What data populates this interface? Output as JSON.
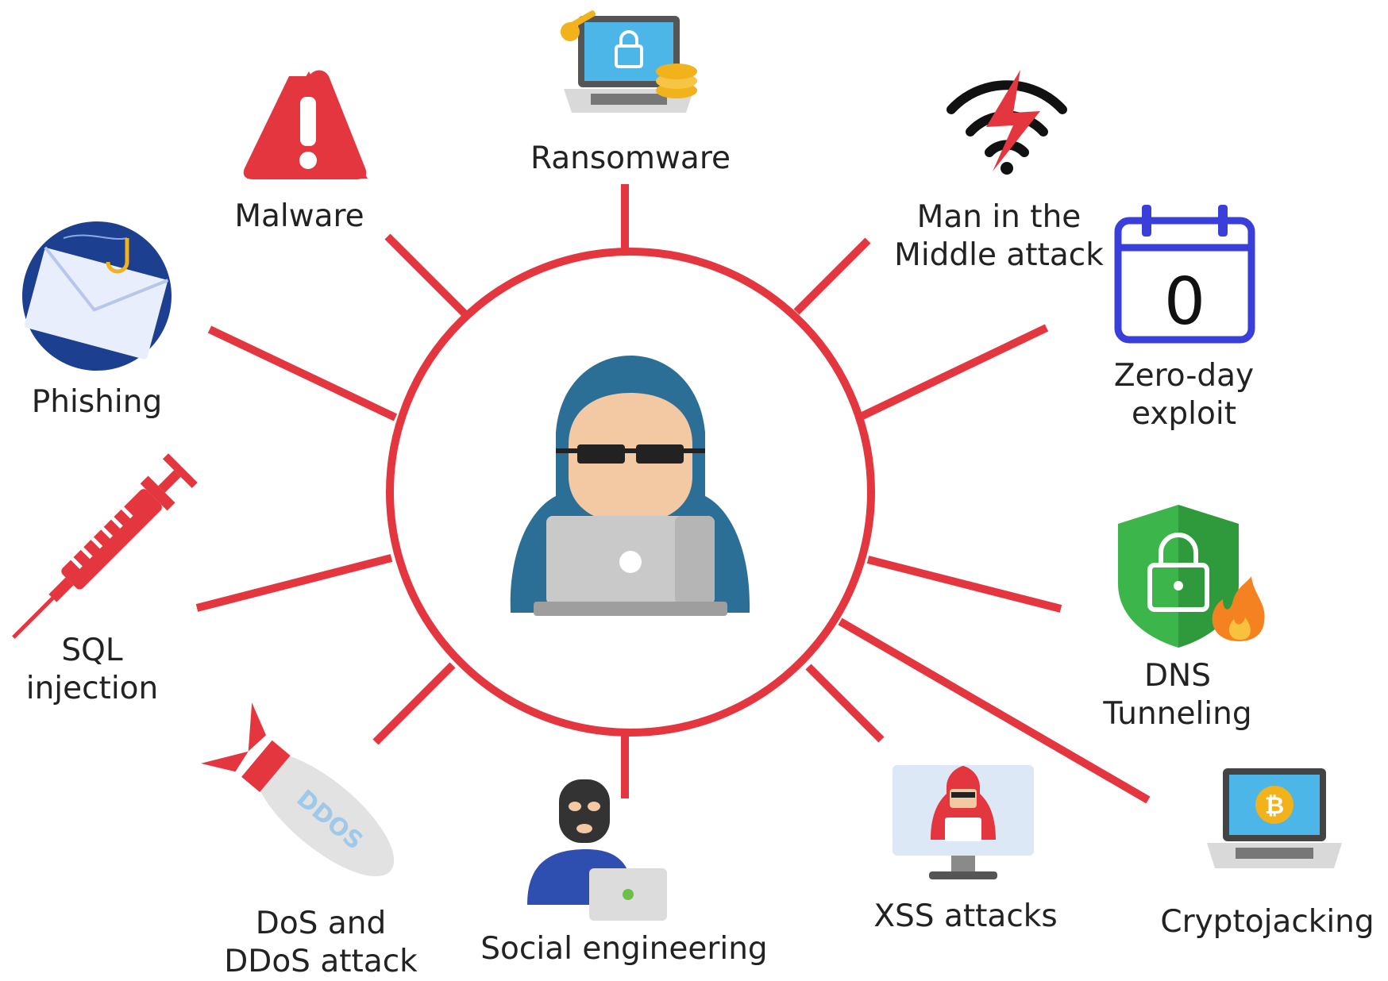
{
  "colors": {
    "accent_red": "#e3363f",
    "hood_blue": "#2b6f96",
    "skin": "#f2c9a3",
    "laptop_gray": "#c9c9c9",
    "calendar_blue": "#3a3fd9",
    "shield_green": "#3cb54a",
    "screen_blue": "#4db6e8"
  },
  "center": {
    "icon": "hacker-with-laptop-icon"
  },
  "threats": [
    {
      "key": "ransomware",
      "label": "Ransomware",
      "icon": "locked-laptop-with-coins-icon"
    },
    {
      "key": "mitm",
      "label_lines": [
        "Man in the",
        "Middle attack"
      ],
      "icon": "broken-wifi-icon"
    },
    {
      "key": "zero-day",
      "label_lines": [
        "Zero-day",
        "exploit"
      ],
      "icon": "calendar-zero-icon",
      "calendar_digit": "0"
    },
    {
      "key": "dns",
      "label_lines": [
        "DNS",
        "Tunneling"
      ],
      "icon": "shield-lock-fire-icon"
    },
    {
      "key": "crypto",
      "label": "Cryptojacking",
      "icon": "bitcoin-laptop-icon"
    },
    {
      "key": "xss",
      "label": "XSS attacks",
      "icon": "hacker-monitor-icon"
    },
    {
      "key": "social",
      "label": "Social engineering",
      "icon": "masked-person-laptop-icon"
    },
    {
      "key": "ddos",
      "label_lines": [
        "DoS and",
        "DDoS attack"
      ],
      "icon": "ddos-missile-icon",
      "missile_text": "DDOS"
    },
    {
      "key": "sql",
      "label_lines": [
        "SQL",
        "injection"
      ],
      "icon": "syringe-icon"
    },
    {
      "key": "phishing",
      "label": "Phishing",
      "icon": "hooked-envelope-icon"
    },
    {
      "key": "malware",
      "label": "Malware",
      "icon": "warning-triangle-icon"
    }
  ]
}
